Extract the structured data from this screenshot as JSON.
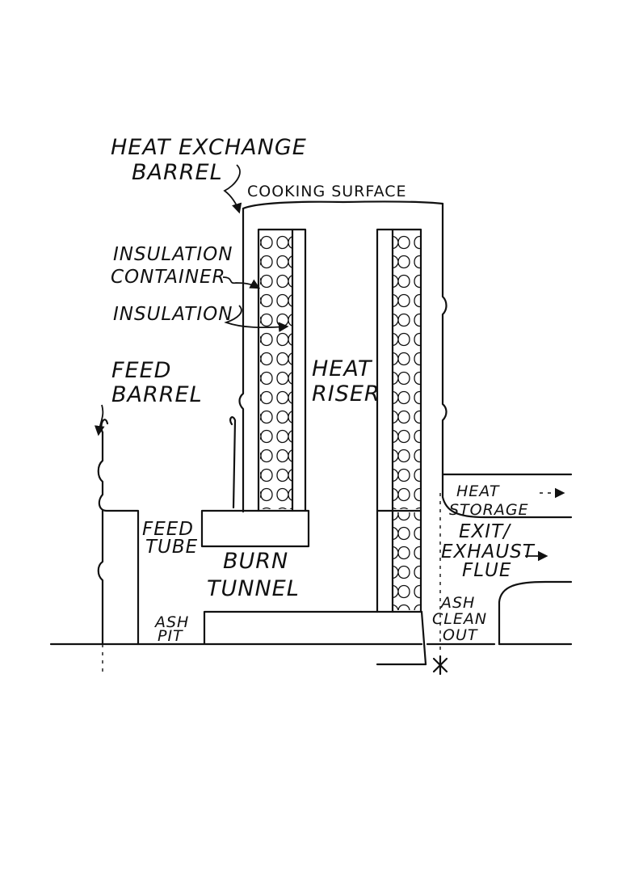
{
  "labels": {
    "heat_exchange_barrel": [
      "HEAT EXCHANGE",
      "BARREL"
    ],
    "cooking_surface": "COOKING SURFACE",
    "insulation_container": [
      "INSULATION",
      "CONTAINER"
    ],
    "insulation": "INSULATION",
    "feed_barrel": [
      "FEED",
      "BARREL"
    ],
    "heat_riser": [
      "HEAT",
      "RISER"
    ],
    "heat_storage": [
      "HEAT",
      "STORAGE"
    ],
    "feed_tube": [
      "FEED",
      "TUBE"
    ],
    "burn_tunnel": [
      "BURN",
      "TUNNEL"
    ],
    "exit_exhaust_flue": [
      "EXIT/",
      "EXHAUST",
      "FLUE"
    ],
    "ash_pit": [
      "ASH",
      "PIT"
    ],
    "ash_clean_out": [
      "ASH",
      "CLEAN",
      "OUT"
    ]
  },
  "colors": {
    "ink": "#111111",
    "background": "#ffffff"
  }
}
